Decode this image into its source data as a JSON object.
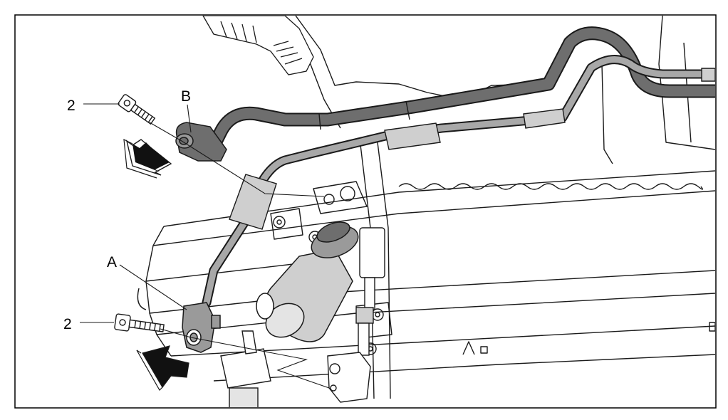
{
  "labels": {
    "a": "A",
    "b": "B",
    "bolt_upper": "2",
    "bolt_lower": "2"
  },
  "colors": {
    "background": "#ffffff",
    "outline": "#1a1a1a",
    "line_dark": "#6e6e6e",
    "line_light": "#a8a8a8",
    "fitting_light": "#cfcfcf",
    "arrow": "#111111"
  },
  "icons": {
    "arrow_upper": "arrow-icon",
    "arrow_lower": "arrow-icon",
    "bolt_upper": "bolt-icon",
    "bolt_lower": "bolt-icon"
  }
}
